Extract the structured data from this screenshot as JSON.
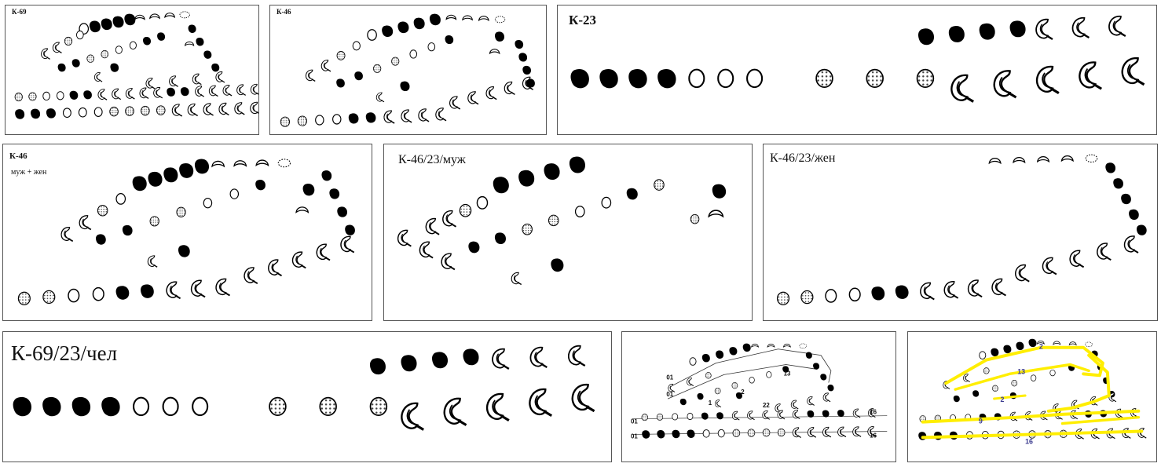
{
  "panels": {
    "k69": {
      "title": "К-69"
    },
    "k46a": {
      "title": "К-46"
    },
    "k23": {
      "title": "К-23"
    },
    "k46b": {
      "title": "К-46",
      "subtitle": "муж + жен"
    },
    "k46_23_m": {
      "title": "К-46/23/муж"
    },
    "k46_23_f": {
      "title": "К-46/23/жен"
    },
    "k69_23": {
      "title": "К-69/23/чел"
    },
    "scheme": {
      "labels": [
        "01",
        "01",
        "01",
        "01",
        "13",
        "1",
        "2",
        "22",
        "16",
        "16"
      ]
    },
    "yellow": {
      "labels": [
        "2",
        "13",
        "2",
        "9",
        "16"
      ]
    }
  },
  "colors": {
    "ink": "#000000",
    "stipple": "#bbbbbb",
    "line_highlight": "#ffee00",
    "border": "#555555"
  }
}
